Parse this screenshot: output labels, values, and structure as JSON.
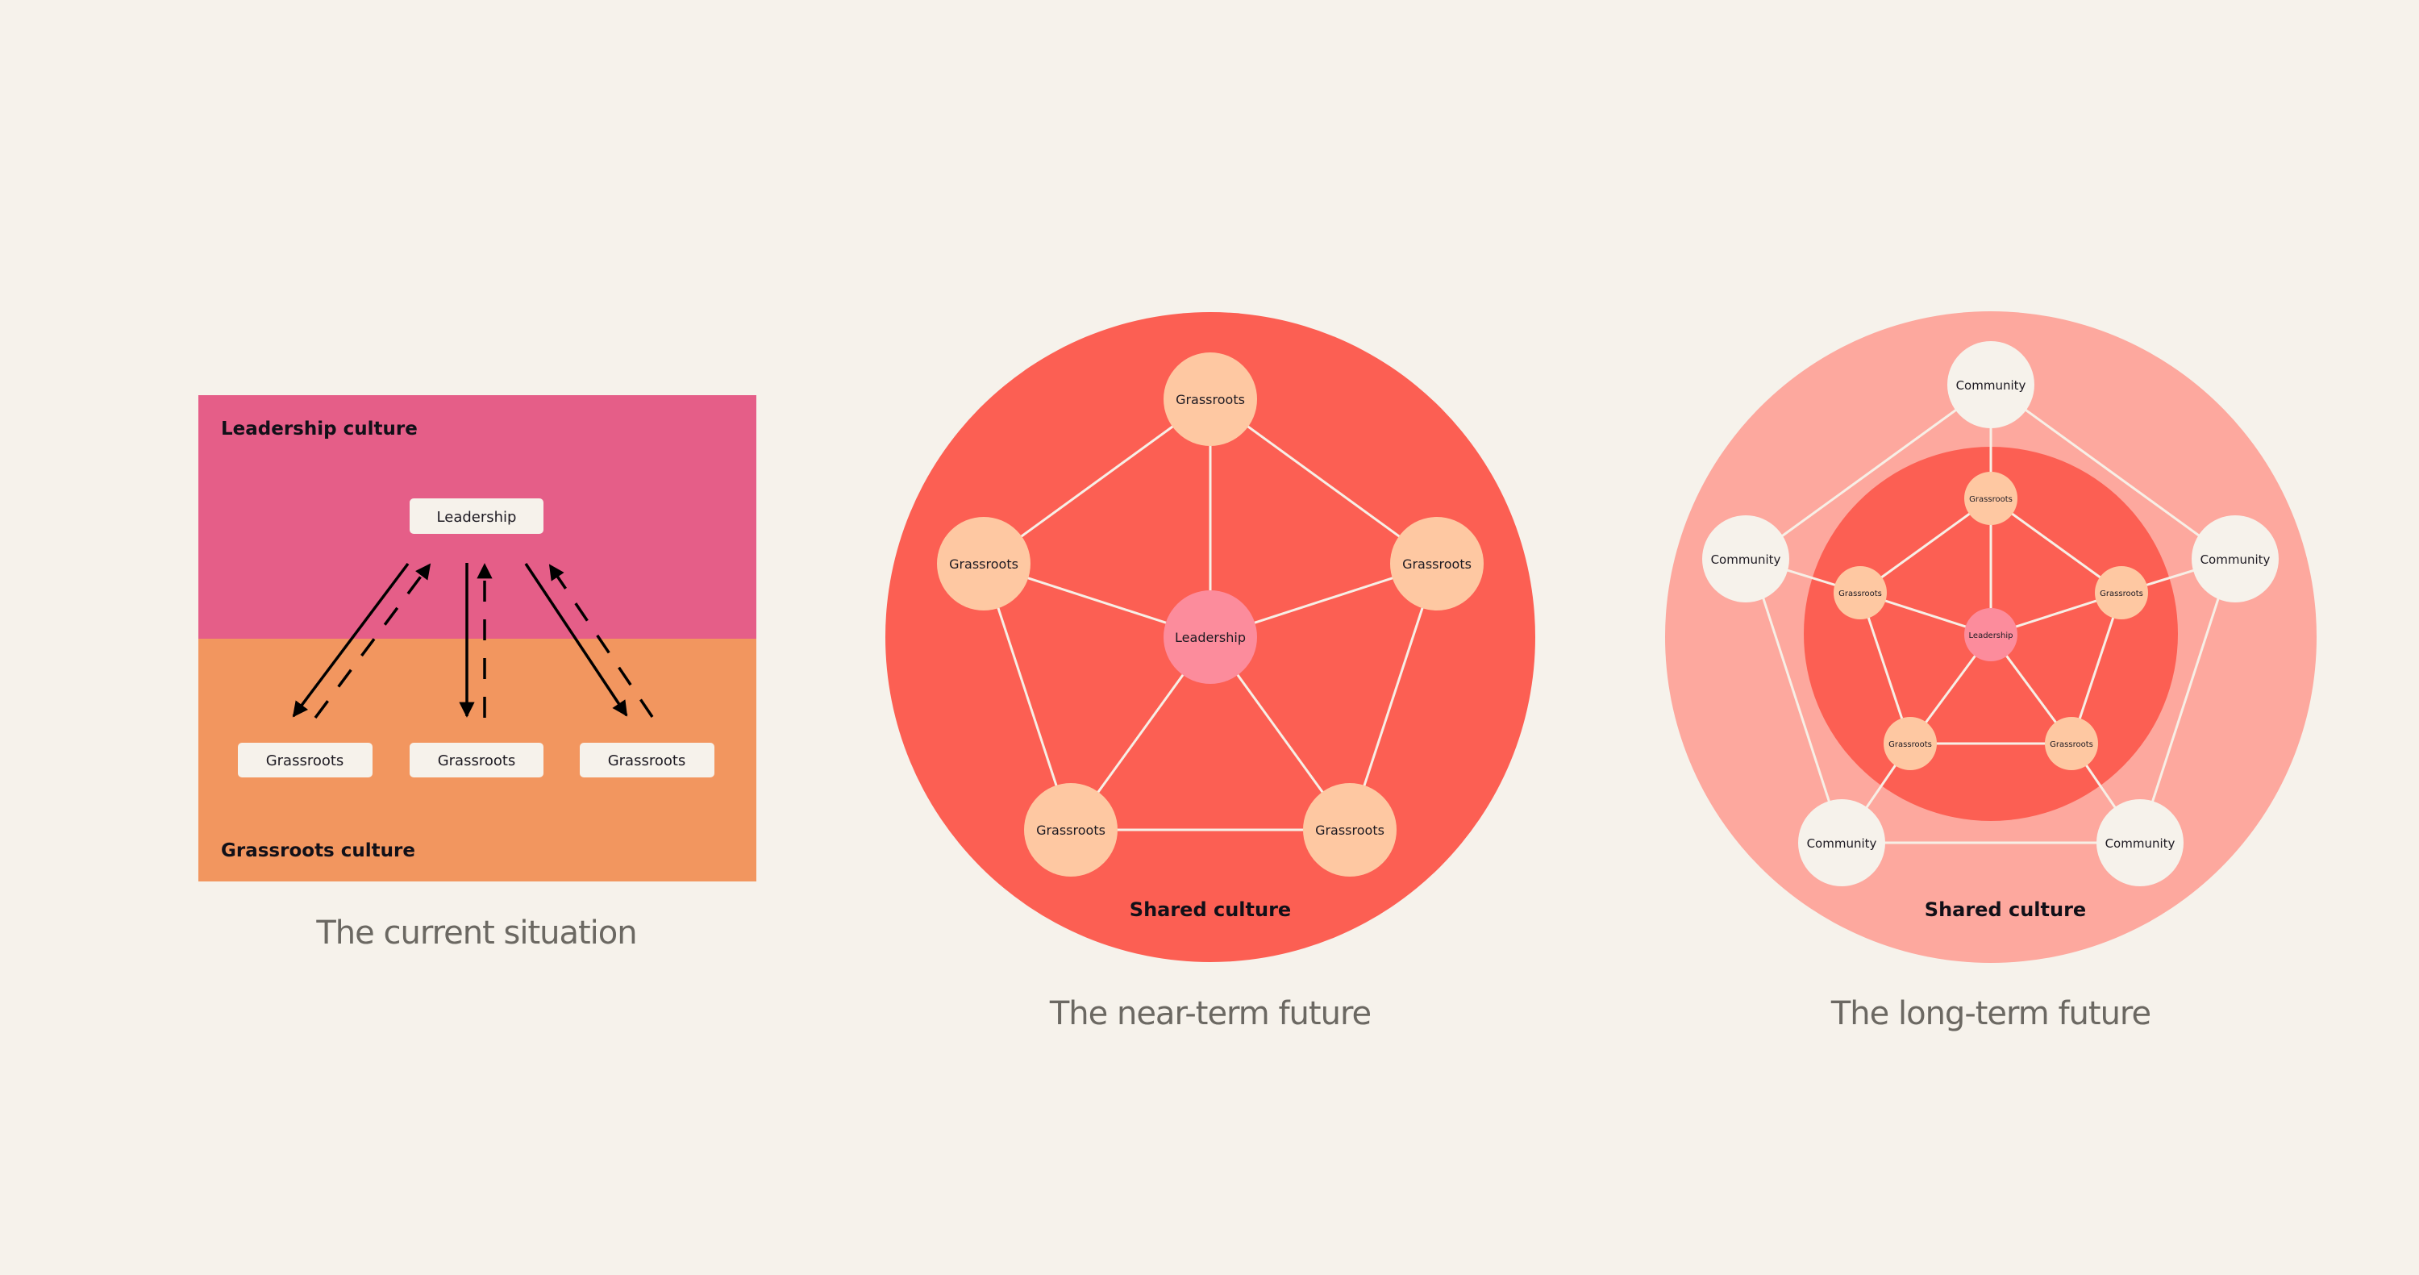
{
  "colors": {
    "background": "#f6f2eb",
    "leadership_culture": "#e55e88",
    "grassroots_culture": "#f2965f",
    "shared_culture": "#fc5f53",
    "shared_culture_outer": "#fda89e",
    "grassroots_node": "#fec8a2",
    "leadership_node": "#fc8c9c",
    "community_node": "#f6f2eb",
    "box": "#f6f2eb",
    "caption_text": "#6b6862"
  },
  "panel_current": {
    "top_label": "Leadership culture",
    "bottom_label": "Grassroots culture",
    "leadership_box": "Leadership",
    "grassroots_boxes": [
      "Grassroots",
      "Grassroots",
      "Grassroots"
    ],
    "arrows": [
      {
        "style": "solid",
        "direction": "down",
        "target": "Grassroots 1"
      },
      {
        "style": "dashed",
        "direction": "up",
        "target": "Leadership"
      },
      {
        "style": "solid",
        "direction": "down",
        "target": "Grassroots 2"
      },
      {
        "style": "dashed",
        "direction": "up",
        "target": "Leadership"
      },
      {
        "style": "solid",
        "direction": "down",
        "target": "Grassroots 3"
      },
      {
        "style": "dashed",
        "direction": "up",
        "target": "Leadership"
      }
    ],
    "caption": "The current situation"
  },
  "panel_near": {
    "circle_label": "Shared culture",
    "center_node": "Leadership",
    "outer_nodes": [
      "Grassroots",
      "Grassroots",
      "Grassroots",
      "Grassroots",
      "Grassroots"
    ],
    "caption": "The near-term future"
  },
  "panel_long": {
    "circle_label": "Shared culture",
    "center_node": "Leadership",
    "inner_nodes": [
      "Grassroots",
      "Grassroots",
      "Grassroots",
      "Grassroots",
      "Grassroots"
    ],
    "outer_nodes": [
      "Community",
      "Community",
      "Community",
      "Community",
      "Community"
    ],
    "caption": "The long-term future"
  }
}
